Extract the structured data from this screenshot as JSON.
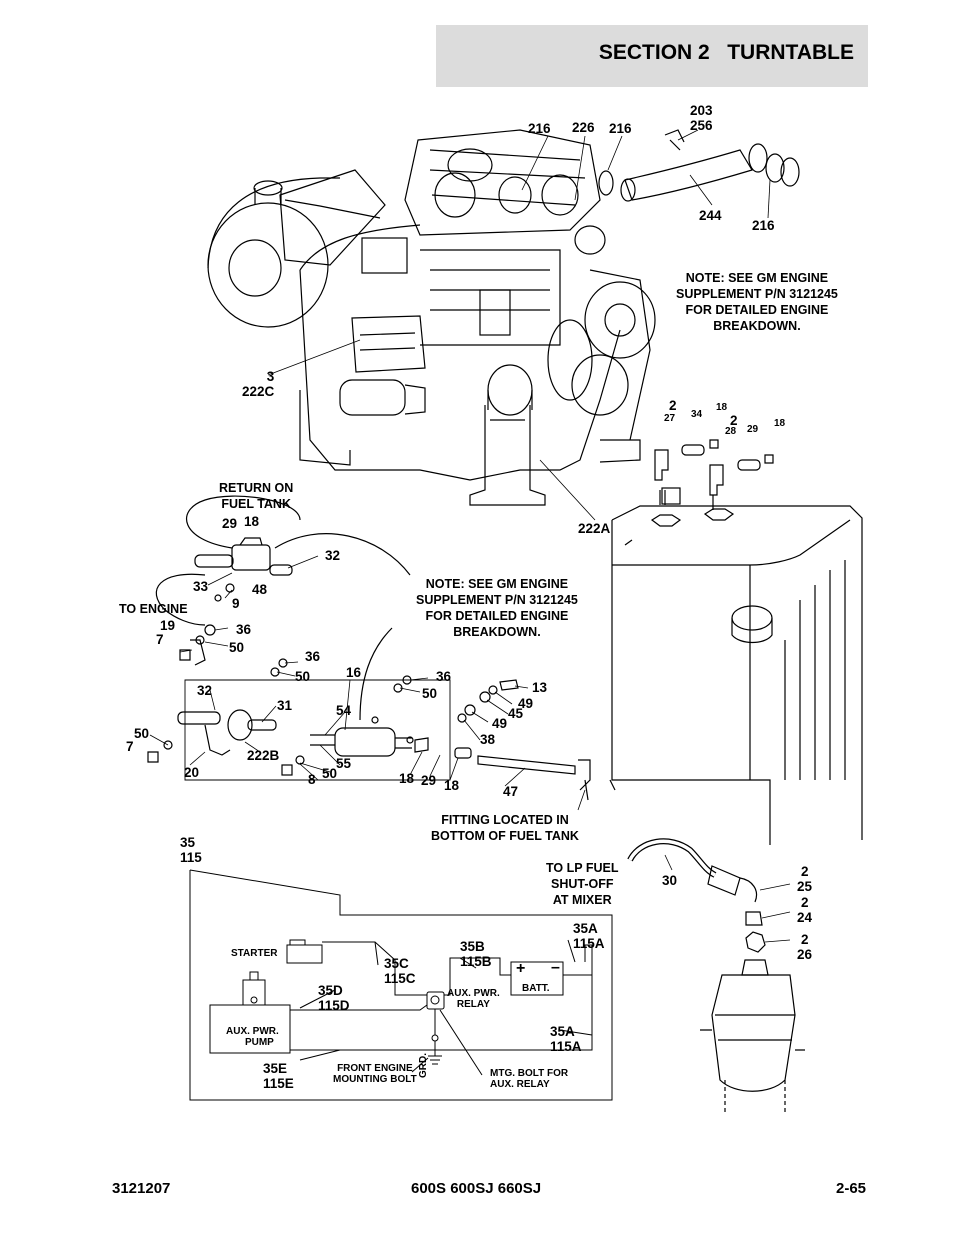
{
  "header": {
    "section": "SECTION 2",
    "title": "TURNTABLE"
  },
  "footer": {
    "part_number": "3121207",
    "models": "600S 600SJ 660SJ",
    "page": "2-65"
  },
  "notes": {
    "engine_note_upper": [
      "NOTE:  SEE GM ENGINE",
      "SUPPLEMENT P/N 3121245",
      "FOR DETAILED ENGINE",
      "BREAKDOWN."
    ],
    "engine_note_lower": [
      "NOTE:  SEE GM ENGINE",
      "SUPPLEMENT P/N 3121245",
      "FOR DETAILED ENGINE",
      "BREAKDOWN."
    ],
    "return_on_fuel_tank": [
      "RETURN ON",
      "FUEL TANK"
    ],
    "to_engine": "TO ENGINE",
    "fitting_location": [
      "FITTING LOCATED IN",
      "BOTTOM OF FUEL TANK"
    ],
    "to_lp_fuel": [
      "TO LP FUEL",
      "SHUT-OFF",
      "AT MIXER"
    ]
  },
  "callouts": {
    "c203_256": [
      "203",
      "256"
    ],
    "c216a": "216",
    "c226": "226",
    "c216b": "216",
    "c244": "244",
    "c216c": "216",
    "c3_222c": [
      "3",
      "222C"
    ],
    "c2a": "2",
    "c27": "27",
    "c34": "34",
    "c18a": "18",
    "c2b": "2",
    "c28": "28",
    "c29a": "29",
    "c18b": "18",
    "c222a": "222A",
    "c29_18": [
      "29",
      "18"
    ],
    "c32a": "32",
    "c33": "33",
    "c48": "48",
    "c9": "9",
    "c19_7": [
      "19",
      "7"
    ],
    "c36a": "36",
    "c50a": "50",
    "c36b": "36",
    "c50b": "50",
    "c16": "16",
    "c36c": "36",
    "c50c": "50",
    "c13": "13",
    "c49a": "49",
    "c45": "45",
    "c49b": "49",
    "c38": "38",
    "c32b": "32",
    "c31": "31",
    "c54": "54",
    "c50_7": [
      "50",
      "7"
    ],
    "c222b": "222B",
    "c20": "20",
    "c55": "55",
    "c8": "8",
    "c50d": "50",
    "c18c": "18",
    "c29b": "29",
    "c18d": "18",
    "c47": "47",
    "c30": "30",
    "c2_25": [
      "2",
      "25"
    ],
    "c2_24": [
      "2",
      "24"
    ],
    "c2_26": [
      "2",
      "26"
    ]
  },
  "wiring": {
    "c35_115": [
      "35",
      "115"
    ],
    "starter": "STARTER",
    "c35c": [
      "35C",
      "115C"
    ],
    "c35b": [
      "35B",
      "115B"
    ],
    "c35a_top": [
      "35A",
      "115A"
    ],
    "batt": "BATT.",
    "batt_plus": "+",
    "batt_minus": "–",
    "c35d": [
      "35D",
      "115D"
    ],
    "aux_relay": [
      "AUX. PWR.",
      "RELAY"
    ],
    "aux_pump": [
      "AUX. PWR.",
      "PUMP"
    ],
    "c35a_bottom": [
      "35A",
      "115A"
    ],
    "c35e": [
      "35E",
      "115E"
    ],
    "front_engine": [
      "FRONT ENGINE",
      "MOUNTING BOLT"
    ],
    "grd": "GRD.",
    "mtg_bolt": [
      "MTG. BOLT FOR",
      "AUX. RELAY"
    ]
  }
}
